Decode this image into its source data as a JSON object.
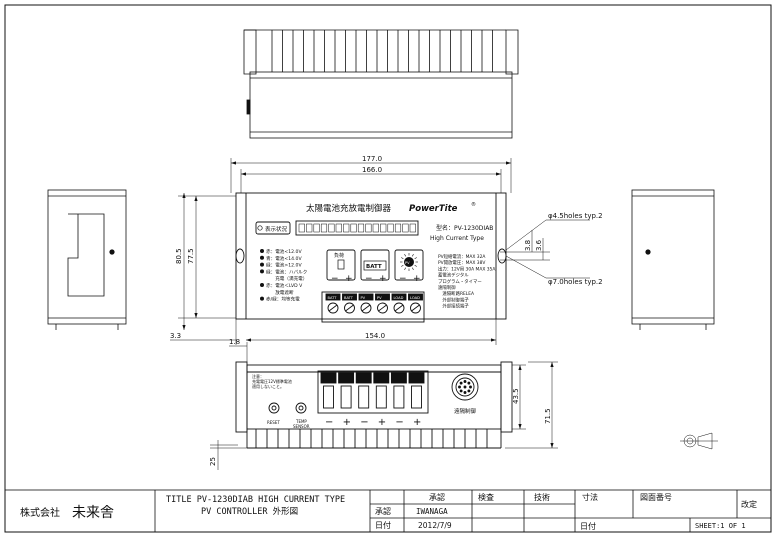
{
  "dimensions": {
    "width_177": "177.0",
    "width_166": "166.0",
    "height_805": "80.5",
    "height_775": "77.5",
    "offset_33": "3.3",
    "width_154": "154.0",
    "offset_18": "1.8",
    "height_435": "43.5",
    "height_715": "71.5",
    "height_25": "25",
    "d38": "3.8",
    "d36": "3.6"
  },
  "hole_callouts": {
    "small": "φ4.5holes typ.2",
    "large": "φ7.0holes typ.2"
  },
  "front_panel": {
    "title": "太陽電池充放電制御器",
    "brand": "PowerTite",
    "brand_mark": "®",
    "status_label": "表示状況",
    "status_lines": [
      "赤：電池<12.0V",
      "青：電池<14.0V",
      "緑：電池>12.0V",
      "緑：電池：ハバルク",
      "　　充電（満充電）",
      "赤：電池＜LVD V",
      "　　放電遮断",
      "赤/緑：均等充電"
    ],
    "load_label": "負荷",
    "batt_label": "BATT",
    "pv_label": "PV",
    "model_label": "型名：PV-1230DIAB",
    "model_sub": "High Current Type",
    "spec_lines": [
      "PV短絡電流：MAX 32A",
      "PV開放電圧：MAX 38V",
      "出力：12V用 30A MAX 35A",
      "蓄電池デジタル",
      "プログラム・タイマー",
      "遠隔制御",
      "　遠隔断路RELEA",
      "　外部制御端子",
      "　外部接続端子"
    ],
    "terminal_labels": [
      "BATT",
      "BATT",
      "PV",
      "PV",
      "LOAD",
      "LOAD"
    ],
    "minus": "−",
    "plus": "+"
  },
  "bottom_panel": {
    "note_lines": [
      "注意：",
      "充電電圧12V標準電池",
      "適用しないこと。"
    ],
    "reset_label": "RESET",
    "temp_label": "TEMP\nSENSOR",
    "temp_label_1": "TEMP",
    "temp_label_2": "SENSOR",
    "remote_label": "遠隔制御",
    "polarity": [
      "−",
      "+",
      "−",
      "+",
      "−",
      "+"
    ]
  },
  "title_block": {
    "company": "株式会社 未来舎",
    "company_prefix": "株式会社",
    "company_name": "未来舎",
    "title_line1": "TITLE  PV-1230DIAB HIGH CURRENT TYPE",
    "title_line2": "PV CONTROLLER 外形図",
    "approve_label": "承認",
    "check_label": "検査",
    "tech_label": "技術",
    "size_label": "寸法",
    "drawing_no_label": "図面番号",
    "revision_label": "改定",
    "approve_row_label": "承認",
    "approver": "IWANAGA",
    "date_row_label": "日付",
    "date": "2012/7/9",
    "date_label2": "日付",
    "sheet": "SHEET:1 OF 1"
  }
}
